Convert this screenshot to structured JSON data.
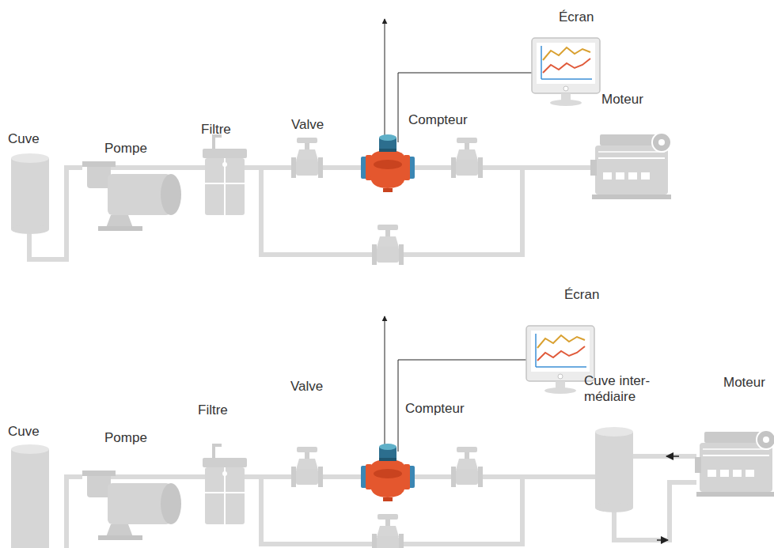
{
  "diagram": {
    "labels": [
      "Écran",
      "Cuve",
      "Pompe",
      "Filtre",
      "Valve",
      "Compteur",
      "Moteur",
      "Écran",
      "Cuve",
      "Pompe",
      "Filtre",
      "Valve",
      "Compteur",
      "Cuve inter- médiaire",
      "Moteur"
    ]
  }
}
